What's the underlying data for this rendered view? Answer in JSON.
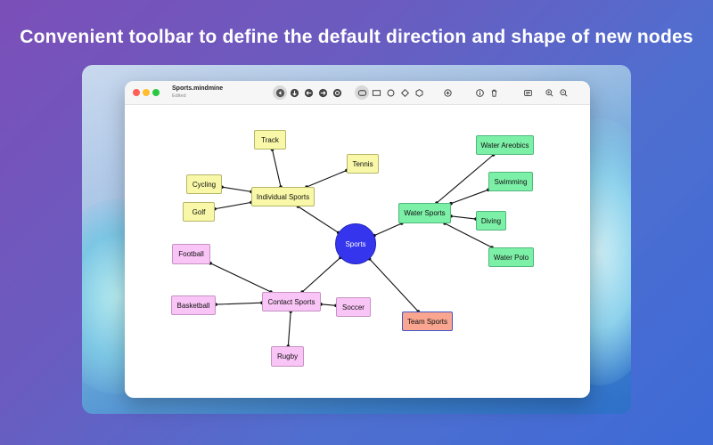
{
  "headline": "Convenient toolbar to define the default direction and shape of new nodes",
  "window": {
    "title": "Sports.mindmine",
    "subtitle": "Edited"
  },
  "toolbar": {
    "direction_buttons": [
      {
        "name": "direction-auto-icon",
        "glyph": "↻",
        "active": true
      },
      {
        "name": "direction-down-icon",
        "glyph": "↓",
        "active": false
      },
      {
        "name": "direction-left-icon",
        "glyph": "←",
        "active": false
      },
      {
        "name": "direction-right-icon",
        "glyph": "→",
        "active": false
      },
      {
        "name": "direction-radial-icon",
        "glyph": "⥁",
        "active": false
      }
    ],
    "shape_buttons": [
      {
        "name": "shape-rounded-rect-icon",
        "active": true
      },
      {
        "name": "shape-rectangle-icon",
        "active": false
      },
      {
        "name": "shape-circle-icon",
        "active": false
      },
      {
        "name": "shape-diamond-icon",
        "active": false
      },
      {
        "name": "shape-hexagon-icon",
        "active": false
      }
    ],
    "action_buttons": [
      "add-node-icon",
      "info-icon",
      "trash-icon"
    ],
    "view_buttons": [
      "sidebar-icon",
      "zoom-in-icon",
      "zoom-out-icon"
    ]
  },
  "mindmap": {
    "nodes": [
      {
        "id": "sports",
        "label": "Sports",
        "style": "center"
      },
      {
        "id": "individual",
        "label": "Individual Sports",
        "style": "yellow"
      },
      {
        "id": "track",
        "label": "Track",
        "style": "yellow"
      },
      {
        "id": "tennis",
        "label": "Tennis",
        "style": "yellow"
      },
      {
        "id": "cycling",
        "label": "Cycling",
        "style": "yellow"
      },
      {
        "id": "golf",
        "label": "Golf",
        "style": "yellow"
      },
      {
        "id": "water",
        "label": "Water Sports",
        "style": "green"
      },
      {
        "id": "aerobics",
        "label": "Water Areobics",
        "style": "green"
      },
      {
        "id": "swimming",
        "label": "Swimming",
        "style": "green"
      },
      {
        "id": "diving",
        "label": "Diving",
        "style": "green"
      },
      {
        "id": "polo",
        "label": "Water Polo",
        "style": "green"
      },
      {
        "id": "team",
        "label": "Team Sports",
        "style": "salmon"
      },
      {
        "id": "contact",
        "label": "Contact Sports",
        "style": "pink"
      },
      {
        "id": "football",
        "label": "Football",
        "style": "pink"
      },
      {
        "id": "basketball",
        "label": "Basketball",
        "style": "pink"
      },
      {
        "id": "soccer",
        "label": "Soccer",
        "style": "pink"
      },
      {
        "id": "rugby",
        "label": "Rugby",
        "style": "pink"
      }
    ],
    "edges": [
      [
        "sports",
        "individual"
      ],
      [
        "sports",
        "water"
      ],
      [
        "sports",
        "team"
      ],
      [
        "sports",
        "contact"
      ],
      [
        "individual",
        "track"
      ],
      [
        "individual",
        "tennis"
      ],
      [
        "individual",
        "cycling"
      ],
      [
        "individual",
        "golf"
      ],
      [
        "water",
        "aerobics"
      ],
      [
        "water",
        "swimming"
      ],
      [
        "water",
        "diving"
      ],
      [
        "water",
        "polo"
      ],
      [
        "contact",
        "football"
      ],
      [
        "contact",
        "basketball"
      ],
      [
        "contact",
        "soccer"
      ],
      [
        "contact",
        "rugby"
      ]
    ]
  }
}
